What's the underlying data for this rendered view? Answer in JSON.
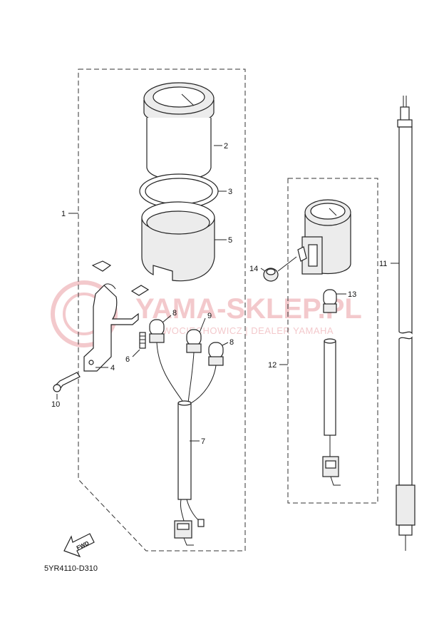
{
  "watermark": {
    "brand": "YAMA-SKLEP.PL",
    "tagline": "WOCIECHOWICZ | DEALER YAMAHA"
  },
  "diagram_code": "5YR4110-D310",
  "fwd_label": "FWD",
  "callouts": {
    "c1": "1",
    "c2": "2",
    "c3": "3",
    "c4": "4",
    "c5": "5",
    "c6": "6",
    "c7": "7",
    "c8a": "8",
    "c8b": "8",
    "c9": "9",
    "c10": "10",
    "c11": "11",
    "c12": "12",
    "c13": "13",
    "c14": "14"
  }
}
